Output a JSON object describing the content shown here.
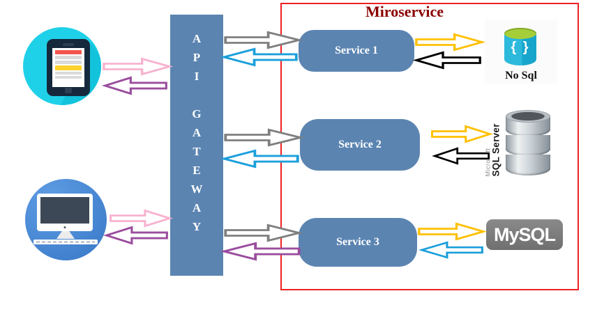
{
  "diagram": {
    "title": "Miroservice",
    "gateway": {
      "label": "A\nP\nI\n\nG\nA\nT\nE\nW\nA\nY"
    },
    "services": [
      {
        "label": "Service 1"
      },
      {
        "label": "Service 2"
      },
      {
        "label": "Service 3"
      }
    ],
    "databases": {
      "nosql": {
        "glyph": "{ }",
        "label": "No Sql"
      },
      "sqlserver": {
        "brand": "Microsoft",
        "product": "SQL Server"
      },
      "mysql": {
        "label": "MySQL"
      }
    }
  },
  "colors": {
    "box_blue": "#5b84b1",
    "red_border": "#ef2121",
    "title_red": "#8b0000",
    "arrow_pink": "#f7b2cf",
    "arrow_purple": "#9a4d9e",
    "arrow_gray": "#7f7f7f",
    "arrow_blue": "#1b9fdb",
    "arrow_yellow": "#ffc000",
    "arrow_black": "#000000",
    "phone_circle": "#1fd1e8",
    "computer_circle": "#4b8ad6",
    "nosql_body": "#29b6da",
    "nosql_top": "#a6ce39",
    "mysql_gray": "#7c7c7c"
  }
}
